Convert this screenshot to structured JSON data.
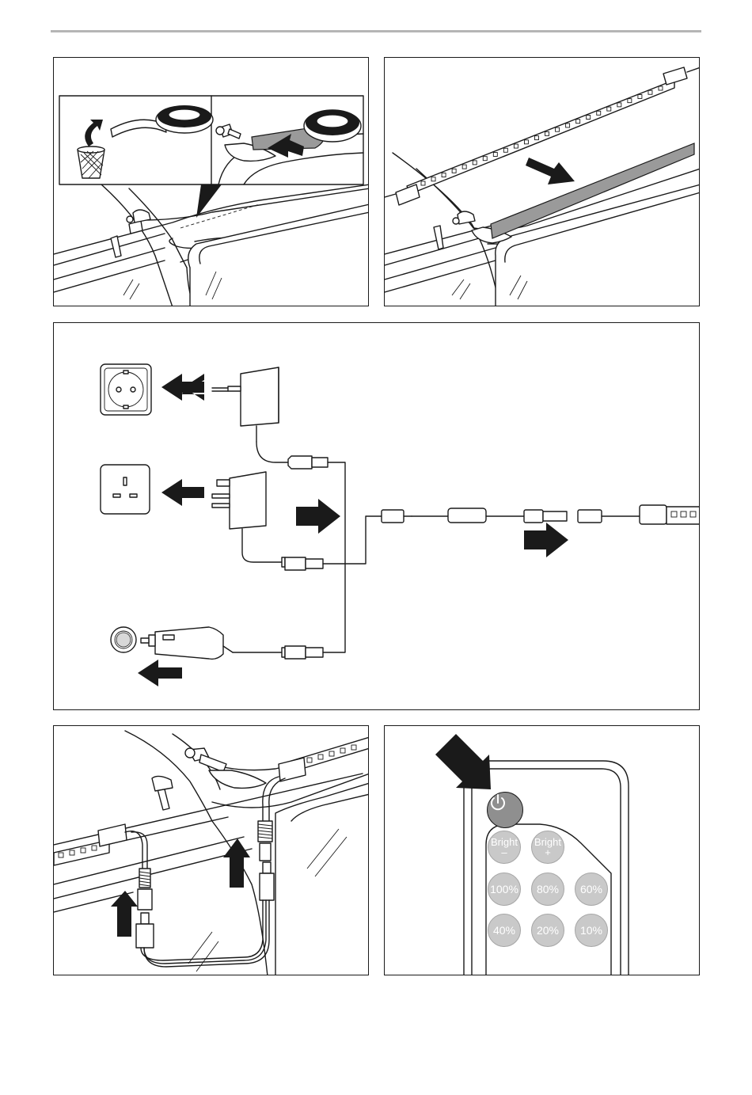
{
  "remote": {
    "power_icon": "power-icon",
    "bright_minus": {
      "label": "Bright",
      "sign": "–"
    },
    "bright_plus": {
      "label": "Bright",
      "sign": "+"
    },
    "levels_row1": [
      "100%",
      "80%",
      "60%"
    ],
    "levels_row2": [
      "40%",
      "20%",
      "10%"
    ],
    "key_color": "#c9c9c9",
    "power_color": "#8f8f8f"
  },
  "icons": {
    "step1": [
      "tape-roll-icon",
      "waste-basket-icon",
      "mirror-bracket-icon",
      "arrow-icon"
    ],
    "step2": [
      "led-strip-icon",
      "arrow-icon"
    ],
    "step3": [
      "eu-socket-icon",
      "uk-socket-icon",
      "car-socket-icon",
      "eu-adapter-icon",
      "uk-adapter-icon",
      "car-adapter-icon",
      "inline-switch-icon",
      "arrow-icon"
    ],
    "step4": [
      "dc-plug-icon",
      "dc-jack-icon",
      "arrow-up-icon"
    ]
  }
}
